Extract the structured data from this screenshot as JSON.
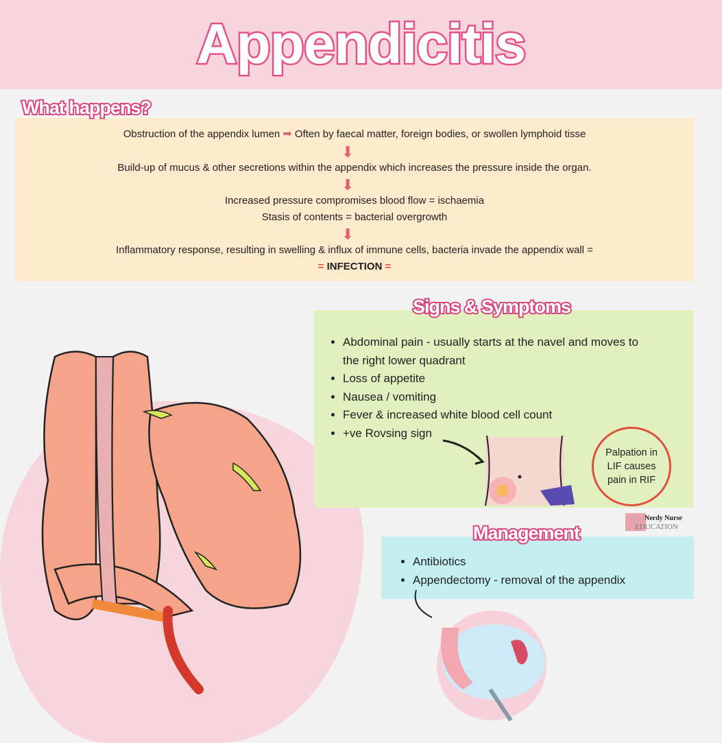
{
  "title": "Appendicitis",
  "what_happens": {
    "heading": "What happens?",
    "step1_left": "Obstruction of the appendix lumen",
    "step1_right": "Often by faecal matter, foreign bodies, or swollen lymphoid tisse",
    "step2": "Build-up of mucus & other secretions within the appendix which increases the pressure inside the organ.",
    "step3_line1": "Increased pressure compromises blood flow = ischaemia",
    "step3_line2": "Stasis of contents = bacterial overgrowth",
    "step4": "Inflammatory response, resulting in swelling & influx of immune cells, bacteria invade the appendix wall =",
    "result": "INFECTION"
  },
  "signs": {
    "heading": "Signs & Symptoms",
    "items": [
      "Abdominal pain - usually starts at the navel and moves to the right lower quadrant",
      "Loss of appetite",
      "Nausea / vomiting",
      "Fever & increased white blood cell count",
      "+ve Rovsing sign"
    ],
    "callout": "Palpation in LIF causes pain in RIF"
  },
  "management": {
    "heading": "Management",
    "items": [
      "Antibiotics",
      "Appendectomy - removal of the appendix"
    ]
  },
  "logo": {
    "line1": "Nerdy Nurse",
    "line2": "EDUCATION"
  },
  "colors": {
    "accent": "#e6508a",
    "arrow": "#e0646e",
    "orange_box": "#fde9cc",
    "green_box": "#e2efbf",
    "blue_box": "#c5eef0"
  }
}
